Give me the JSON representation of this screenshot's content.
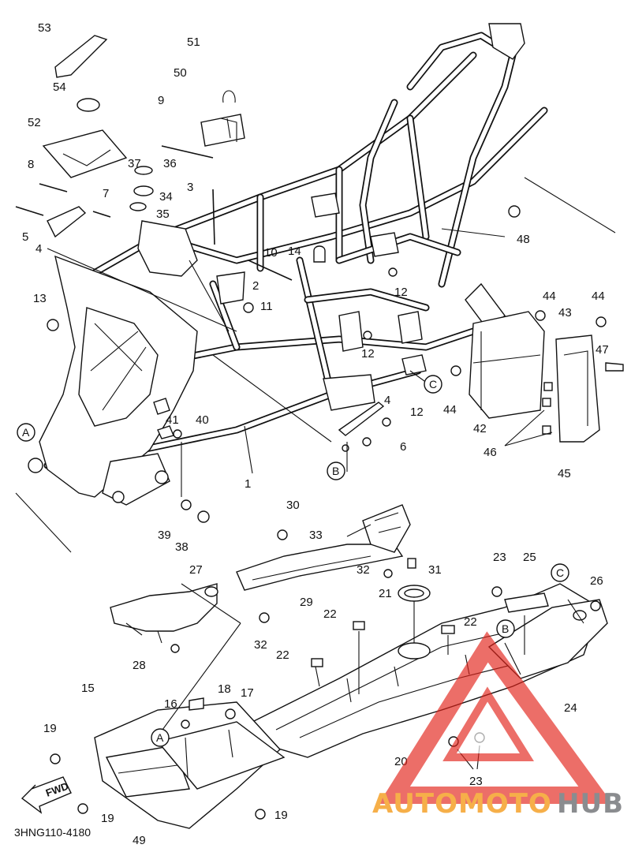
{
  "diagram": {
    "figure_code": "3HNG110-4180",
    "fwd_label": "FWD",
    "callouts": {
      "c1": "1",
      "c2": "2",
      "c3": "3",
      "c4a": "4",
      "c4b": "4",
      "c5": "5",
      "c6": "6",
      "c7": "7",
      "c8": "8",
      "c9": "9",
      "c10": "10",
      "c11": "11",
      "c12a": "12",
      "c12b": "12",
      "c12c": "12",
      "c13": "13",
      "c14": "14",
      "c15": "15",
      "c16": "16",
      "c17": "17",
      "c18": "18",
      "c19a": "19",
      "c19b": "19",
      "c19c": "19",
      "c20": "20",
      "c21": "21",
      "c22a": "22",
      "c22b": "22",
      "c22c": "22",
      "c23a": "23",
      "c23b": "23",
      "c24": "24",
      "c25": "25",
      "c26": "26",
      "c27": "27",
      "c28": "28",
      "c29": "29",
      "c30": "30",
      "c31": "31",
      "c32a": "32",
      "c32b": "32",
      "c33": "33",
      "c34": "34",
      "c35": "35",
      "c36": "36",
      "c37": "37",
      "c38": "38",
      "c39": "39",
      "c40": "40",
      "c41": "41",
      "c42": "42",
      "c43": "43",
      "c44a": "44",
      "c44b": "44",
      "c44c": "44",
      "c45": "45",
      "c46": "46",
      "c47": "47",
      "c48": "48",
      "c49": "49",
      "c50": "50",
      "c51": "51",
      "c52": "52",
      "c53": "53",
      "c54": "54"
    },
    "ref_letters": {
      "a1": "A",
      "a2": "A",
      "b1": "B",
      "b2": "B",
      "cc1": "C",
      "cc2": "C"
    }
  },
  "watermark": {
    "part1": "AUTOMOTO",
    "part2": "HUB",
    "colors": {
      "orange": "#f5a431",
      "grey": "#7b7d80",
      "triangle": "#e2231a"
    }
  }
}
